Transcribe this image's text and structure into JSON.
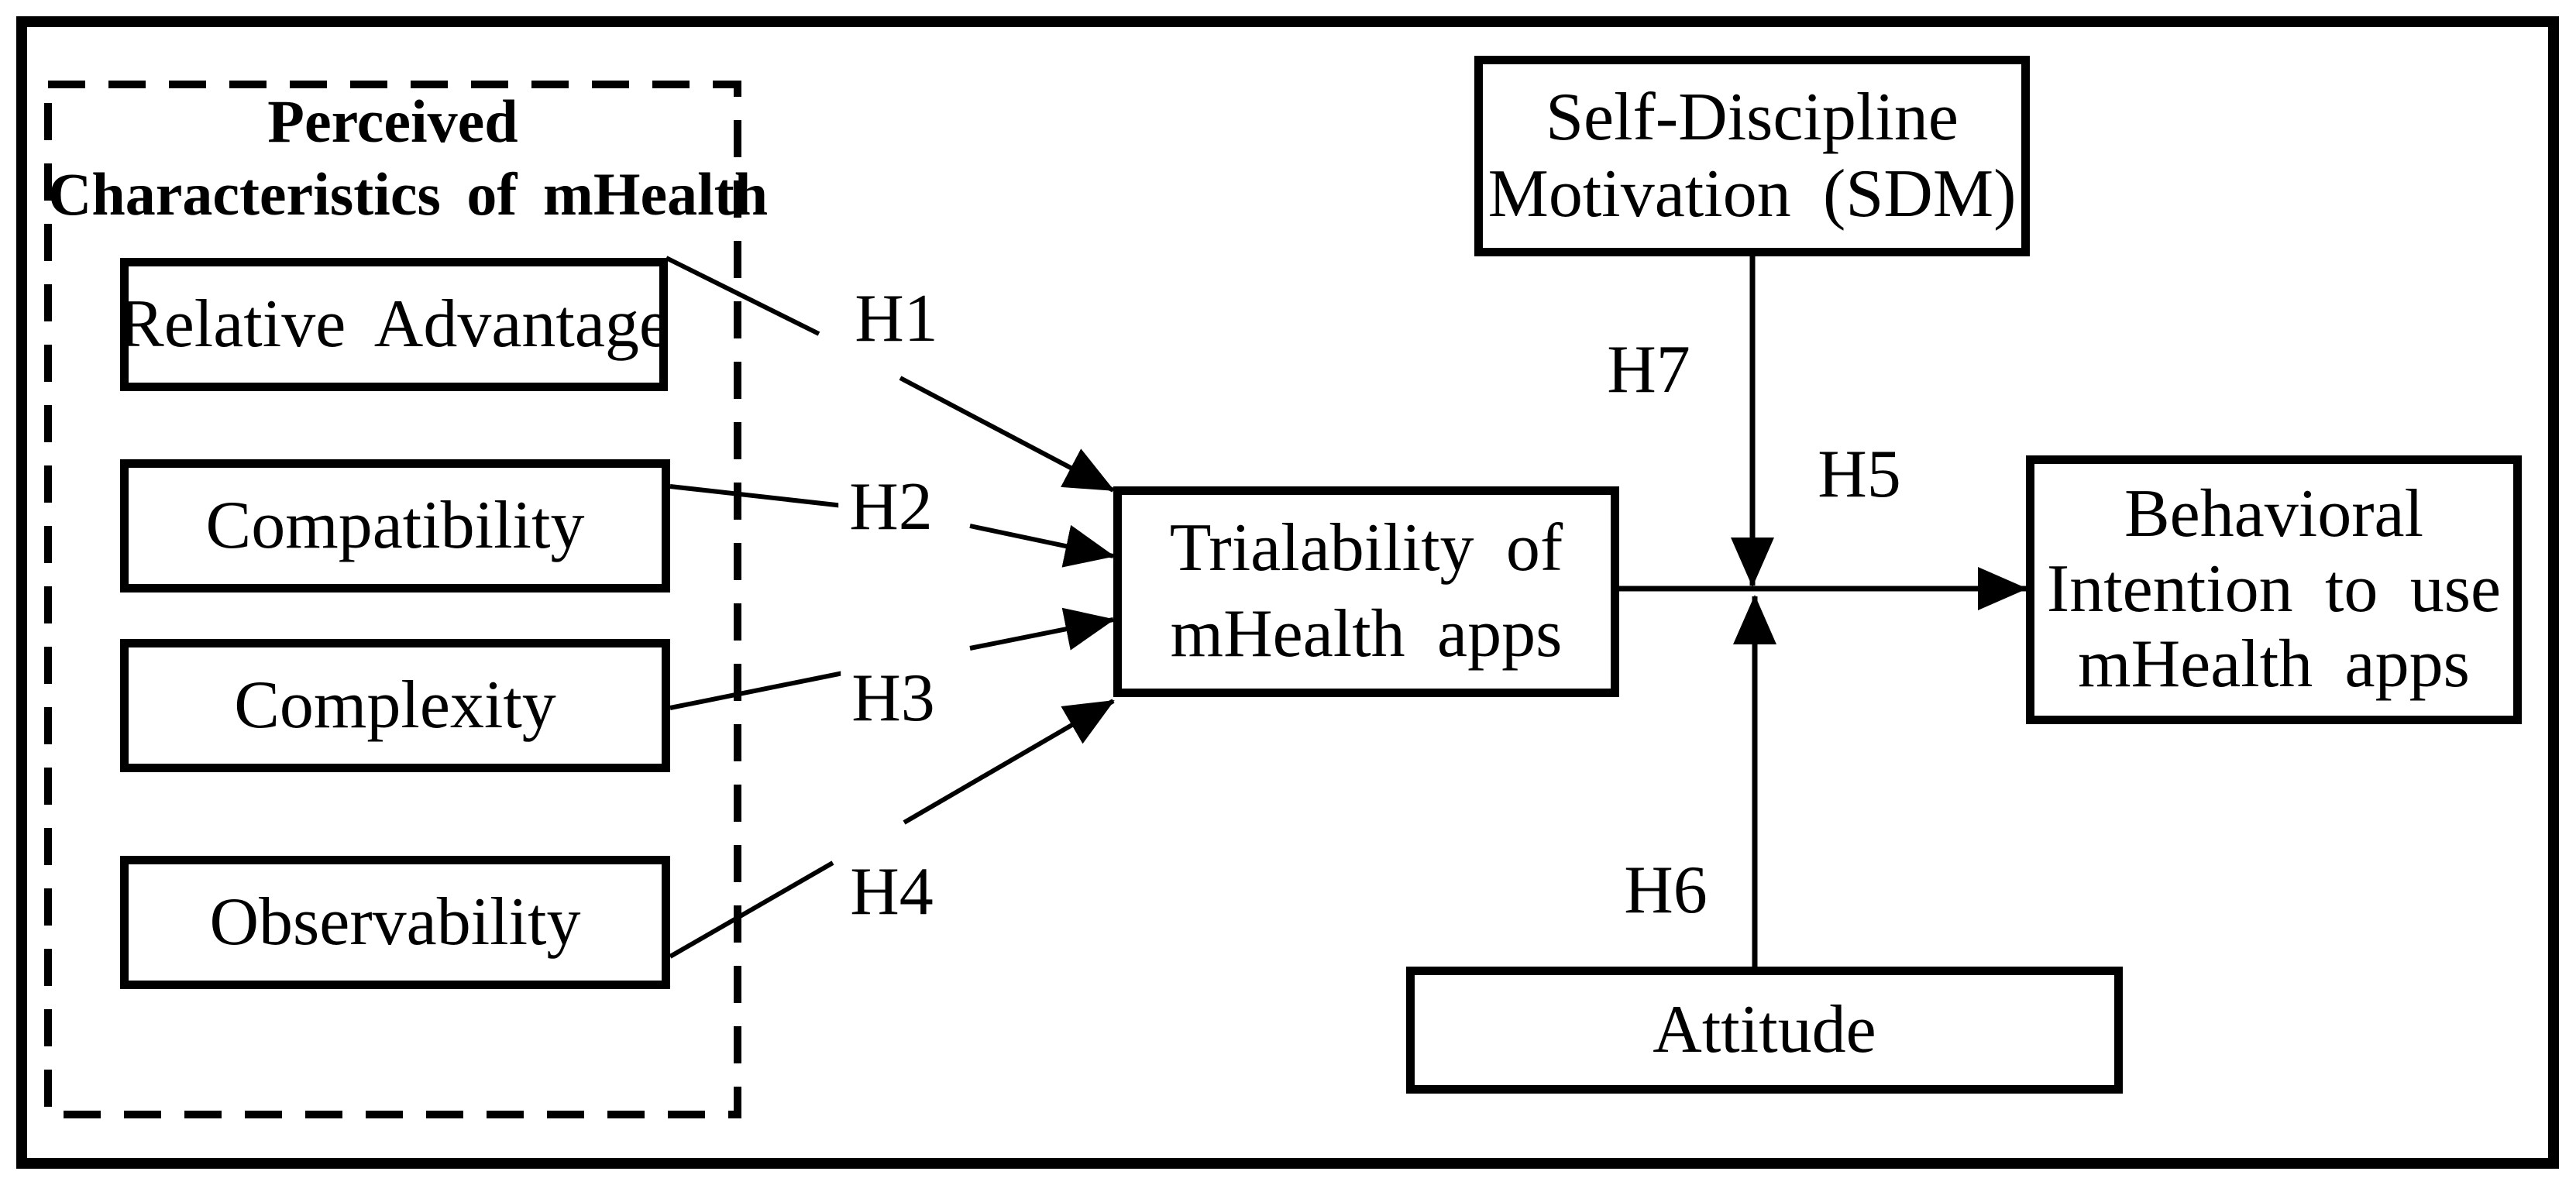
{
  "diagram": {
    "group": {
      "title_line1": "Perceived",
      "title_line2": "Characteristics of mHealth"
    },
    "boxes": {
      "relative_advantage": {
        "label": "Relative Advantage"
      },
      "compatibility": {
        "label": "Compatibility"
      },
      "complexity": {
        "label": "Complexity"
      },
      "observability": {
        "label": "Observability"
      },
      "trialability": {
        "line1": "Trialability of",
        "line2": "mHealth apps"
      },
      "sdm": {
        "line1": "Self-Discipline",
        "line2": "Motivation (SDM)"
      },
      "behavioral_intention": {
        "line1": "Behavioral",
        "line2": "Intention to use",
        "line3": "mHealth apps"
      },
      "attitude": {
        "label": "Attitude"
      }
    },
    "hypothesis_labels": {
      "h1": "H1",
      "h2": "H2",
      "h3": "H3",
      "h4": "H4",
      "h5": "H5",
      "h6": "H6",
      "h7": "H7"
    },
    "colors": {
      "ink": "#000000",
      "background": "#ffffff"
    }
  }
}
